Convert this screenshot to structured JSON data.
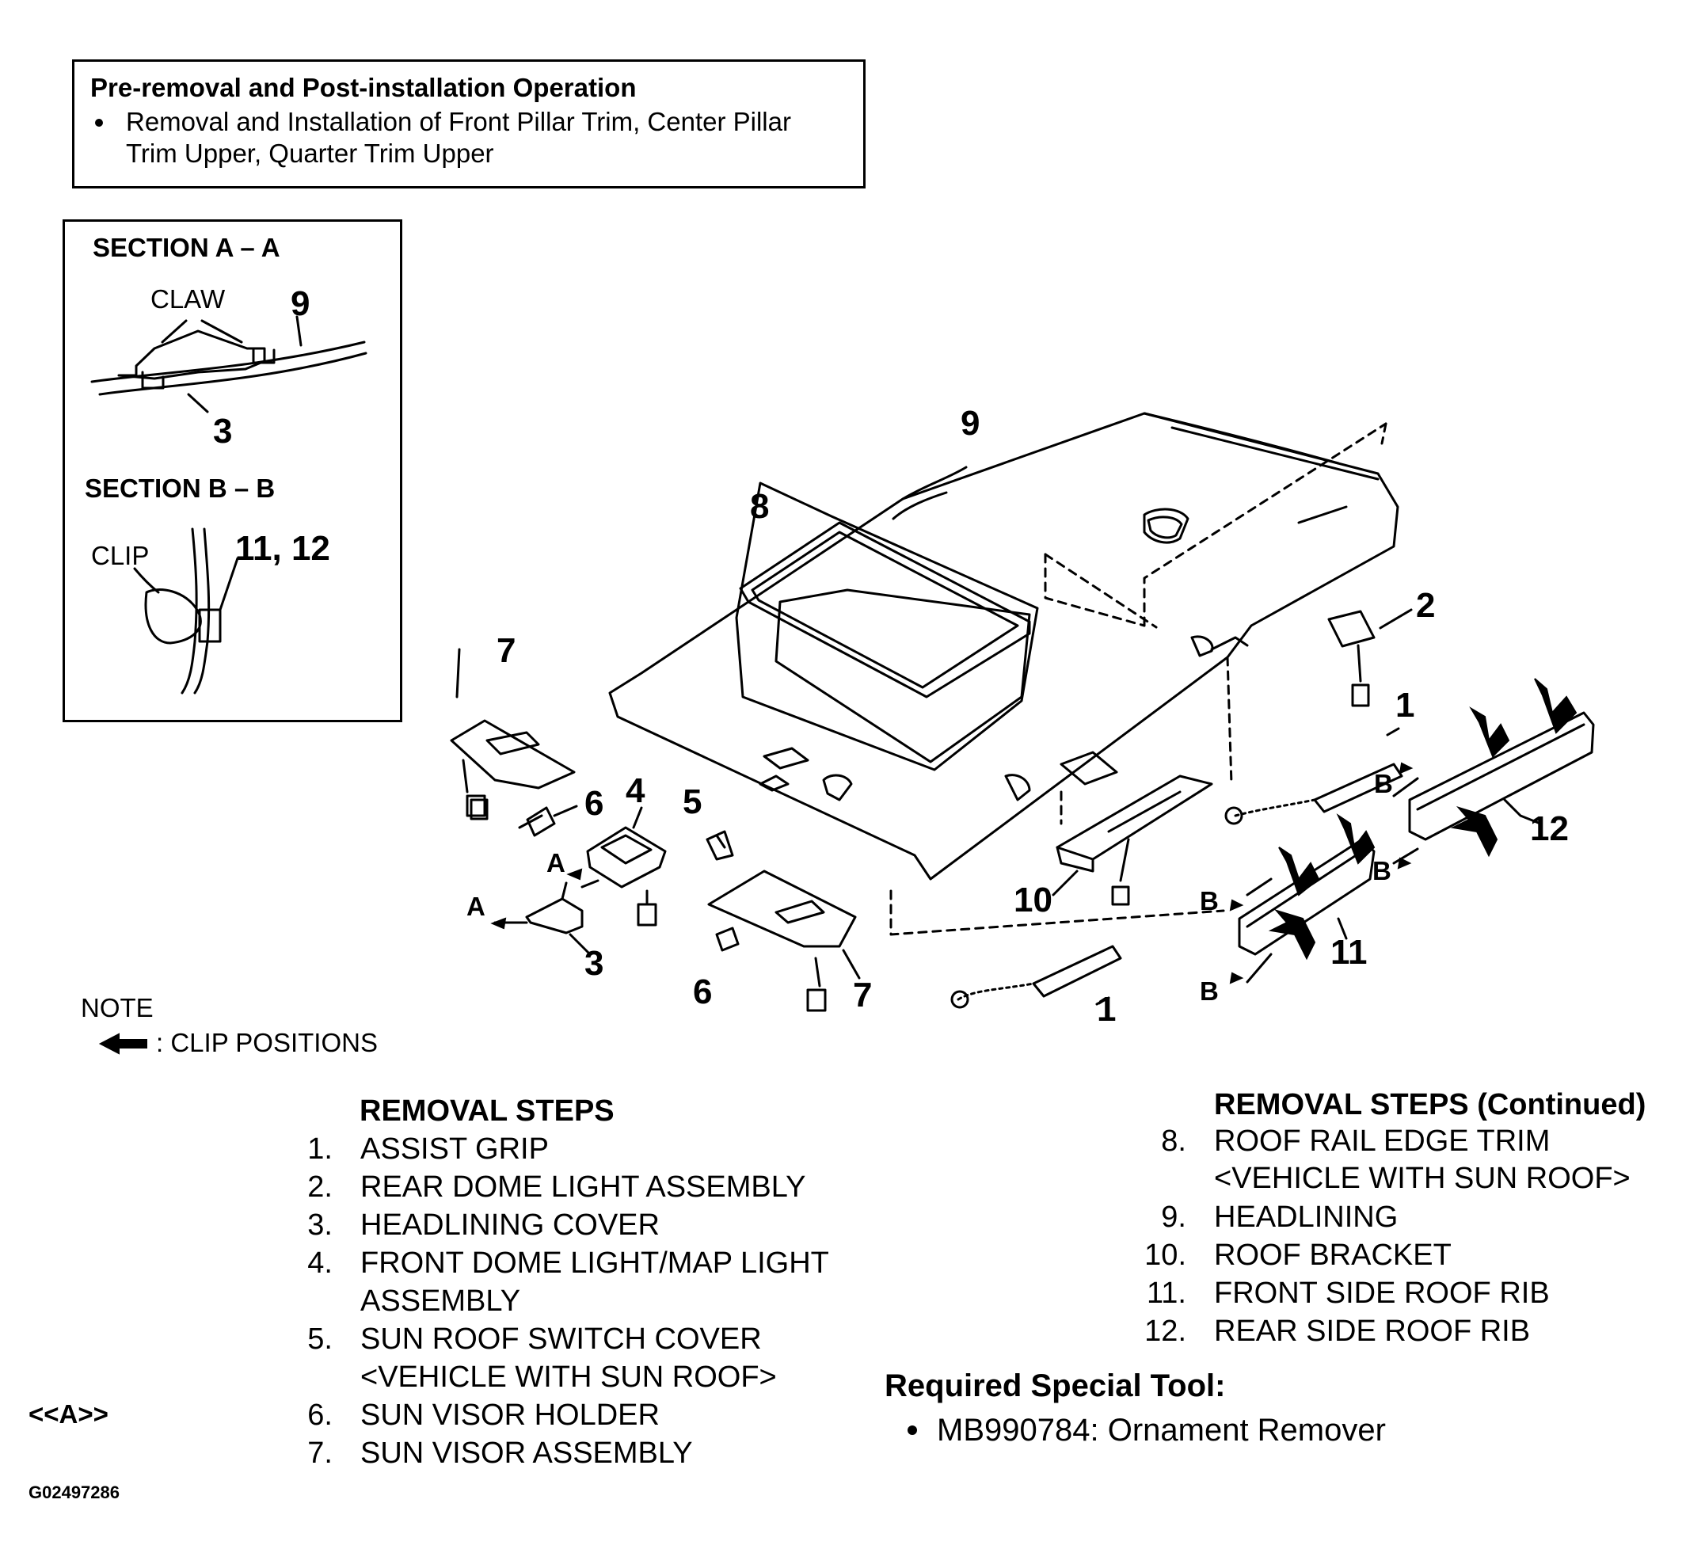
{
  "preop": {
    "title": "Pre-removal and Post-installation Operation",
    "line1": "Removal and Installation of Front Pillar Trim, Center Pillar",
    "line2": "Trim Upper, Quarter Trim Upper"
  },
  "sections": {
    "aa_title": "SECTION A – A",
    "aa_claw": "CLAW",
    "aa_num9": "9",
    "aa_num3": "3",
    "bb_title": "SECTION B – B",
    "bb_clip": "CLIP",
    "bb_nums": "11, 12"
  },
  "callouts": {
    "c1": "1",
    "c2": "2",
    "c3": "3",
    "c4": "4",
    "c5": "5",
    "c6": "6",
    "c7": "7",
    "c8": "8",
    "c9": "9",
    "c10": "10",
    "c11": "11",
    "c12": "12",
    "letter_a": "A",
    "letter_b": "B"
  },
  "note": {
    "title": "NOTE",
    "clip_positions": ": CLIP POSITIONS"
  },
  "removal": {
    "title": "REMOVAL STEPS",
    "steps": [
      {
        "no": "1.",
        "text": "ASSIST GRIP"
      },
      {
        "no": "2.",
        "text": "REAR DOME LIGHT ASSEMBLY"
      },
      {
        "no": "3.",
        "text": "HEADLINING COVER"
      },
      {
        "no": "4.",
        "text": "FRONT DOME LIGHT/MAP LIGHT",
        "text2": "ASSEMBLY"
      },
      {
        "no": "5.",
        "text": "SUN ROOF SWITCH COVER",
        "text2": "<VEHICLE WITH SUN ROOF>"
      },
      {
        "no": "6.",
        "text": "SUN VISOR HOLDER"
      },
      {
        "no": "7.",
        "text": "SUN VISOR ASSEMBLY"
      }
    ],
    "step_ref": "<<A>>"
  },
  "removal_cont": {
    "title": "REMOVAL STEPS (Continued)",
    "steps": [
      {
        "no": "8.",
        "text": "ROOF RAIL EDGE TRIM",
        "text2": "<VEHICLE WITH SUN ROOF>"
      },
      {
        "no": "9.",
        "text": "HEADLINING"
      },
      {
        "no": "10.",
        "text": "ROOF BRACKET"
      },
      {
        "no": "11.",
        "text": "FRONT SIDE ROOF RIB"
      },
      {
        "no": "12.",
        "text": "REAR SIDE ROOF RIB"
      }
    ]
  },
  "tool": {
    "title": "Required Special Tool:",
    "item": "MB990784: Ornament Remover"
  },
  "figure_id": "G02497286"
}
